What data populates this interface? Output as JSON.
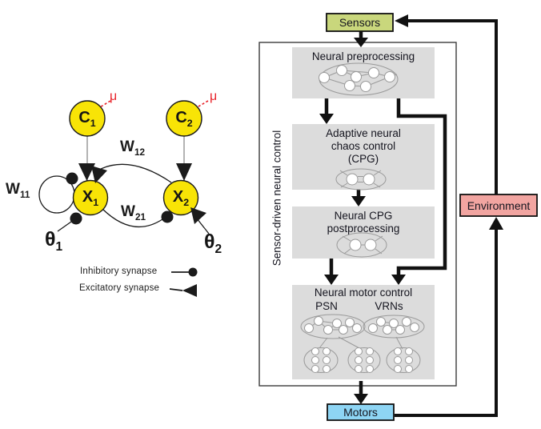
{
  "left": {
    "node_c1": {
      "main": "C",
      "sub": "1"
    },
    "node_c2": {
      "main": "C",
      "sub": "2"
    },
    "node_x1": {
      "main": "X",
      "sub": "1"
    },
    "node_x2": {
      "main": "X",
      "sub": "2"
    },
    "w11": {
      "main": "W",
      "sub": "11"
    },
    "w12": {
      "main": "W",
      "sub": "12"
    },
    "w21": {
      "main": "W",
      "sub": "21"
    },
    "theta1": {
      "main": "θ",
      "sub": "1"
    },
    "theta2": {
      "main": "θ",
      "sub": "2"
    },
    "mu1": "μ",
    "mu2": "μ",
    "legend": {
      "inhibitory": "Inhibitory  synapse",
      "excitatory": "Excitatory synapse"
    },
    "colors": {
      "node_fill": "#f8e406",
      "mu": "#e8232a",
      "synapse": "#1b1b1b"
    }
  },
  "right": {
    "frame_label": "Sensor-driven neural control",
    "sensors_label": "Sensors",
    "motors_label": "Motors",
    "environment_label": "Environment",
    "block1_title": "Neural preprocessing",
    "block2_title": "Adaptive neural chaos control",
    "block2_subtitle": "(CPG)",
    "block3_title": "Neural CPG postprocessing",
    "block4_title": "Neural motor control",
    "block4_psn": "PSN",
    "block4_vrns": "VRNs",
    "colors": {
      "sensors_fill": "#c9d77c",
      "motors_fill": "#8ed5f4",
      "environment_fill": "#f2a5a1",
      "block_fill": "#dcdcdc",
      "line": "#111111"
    }
  }
}
